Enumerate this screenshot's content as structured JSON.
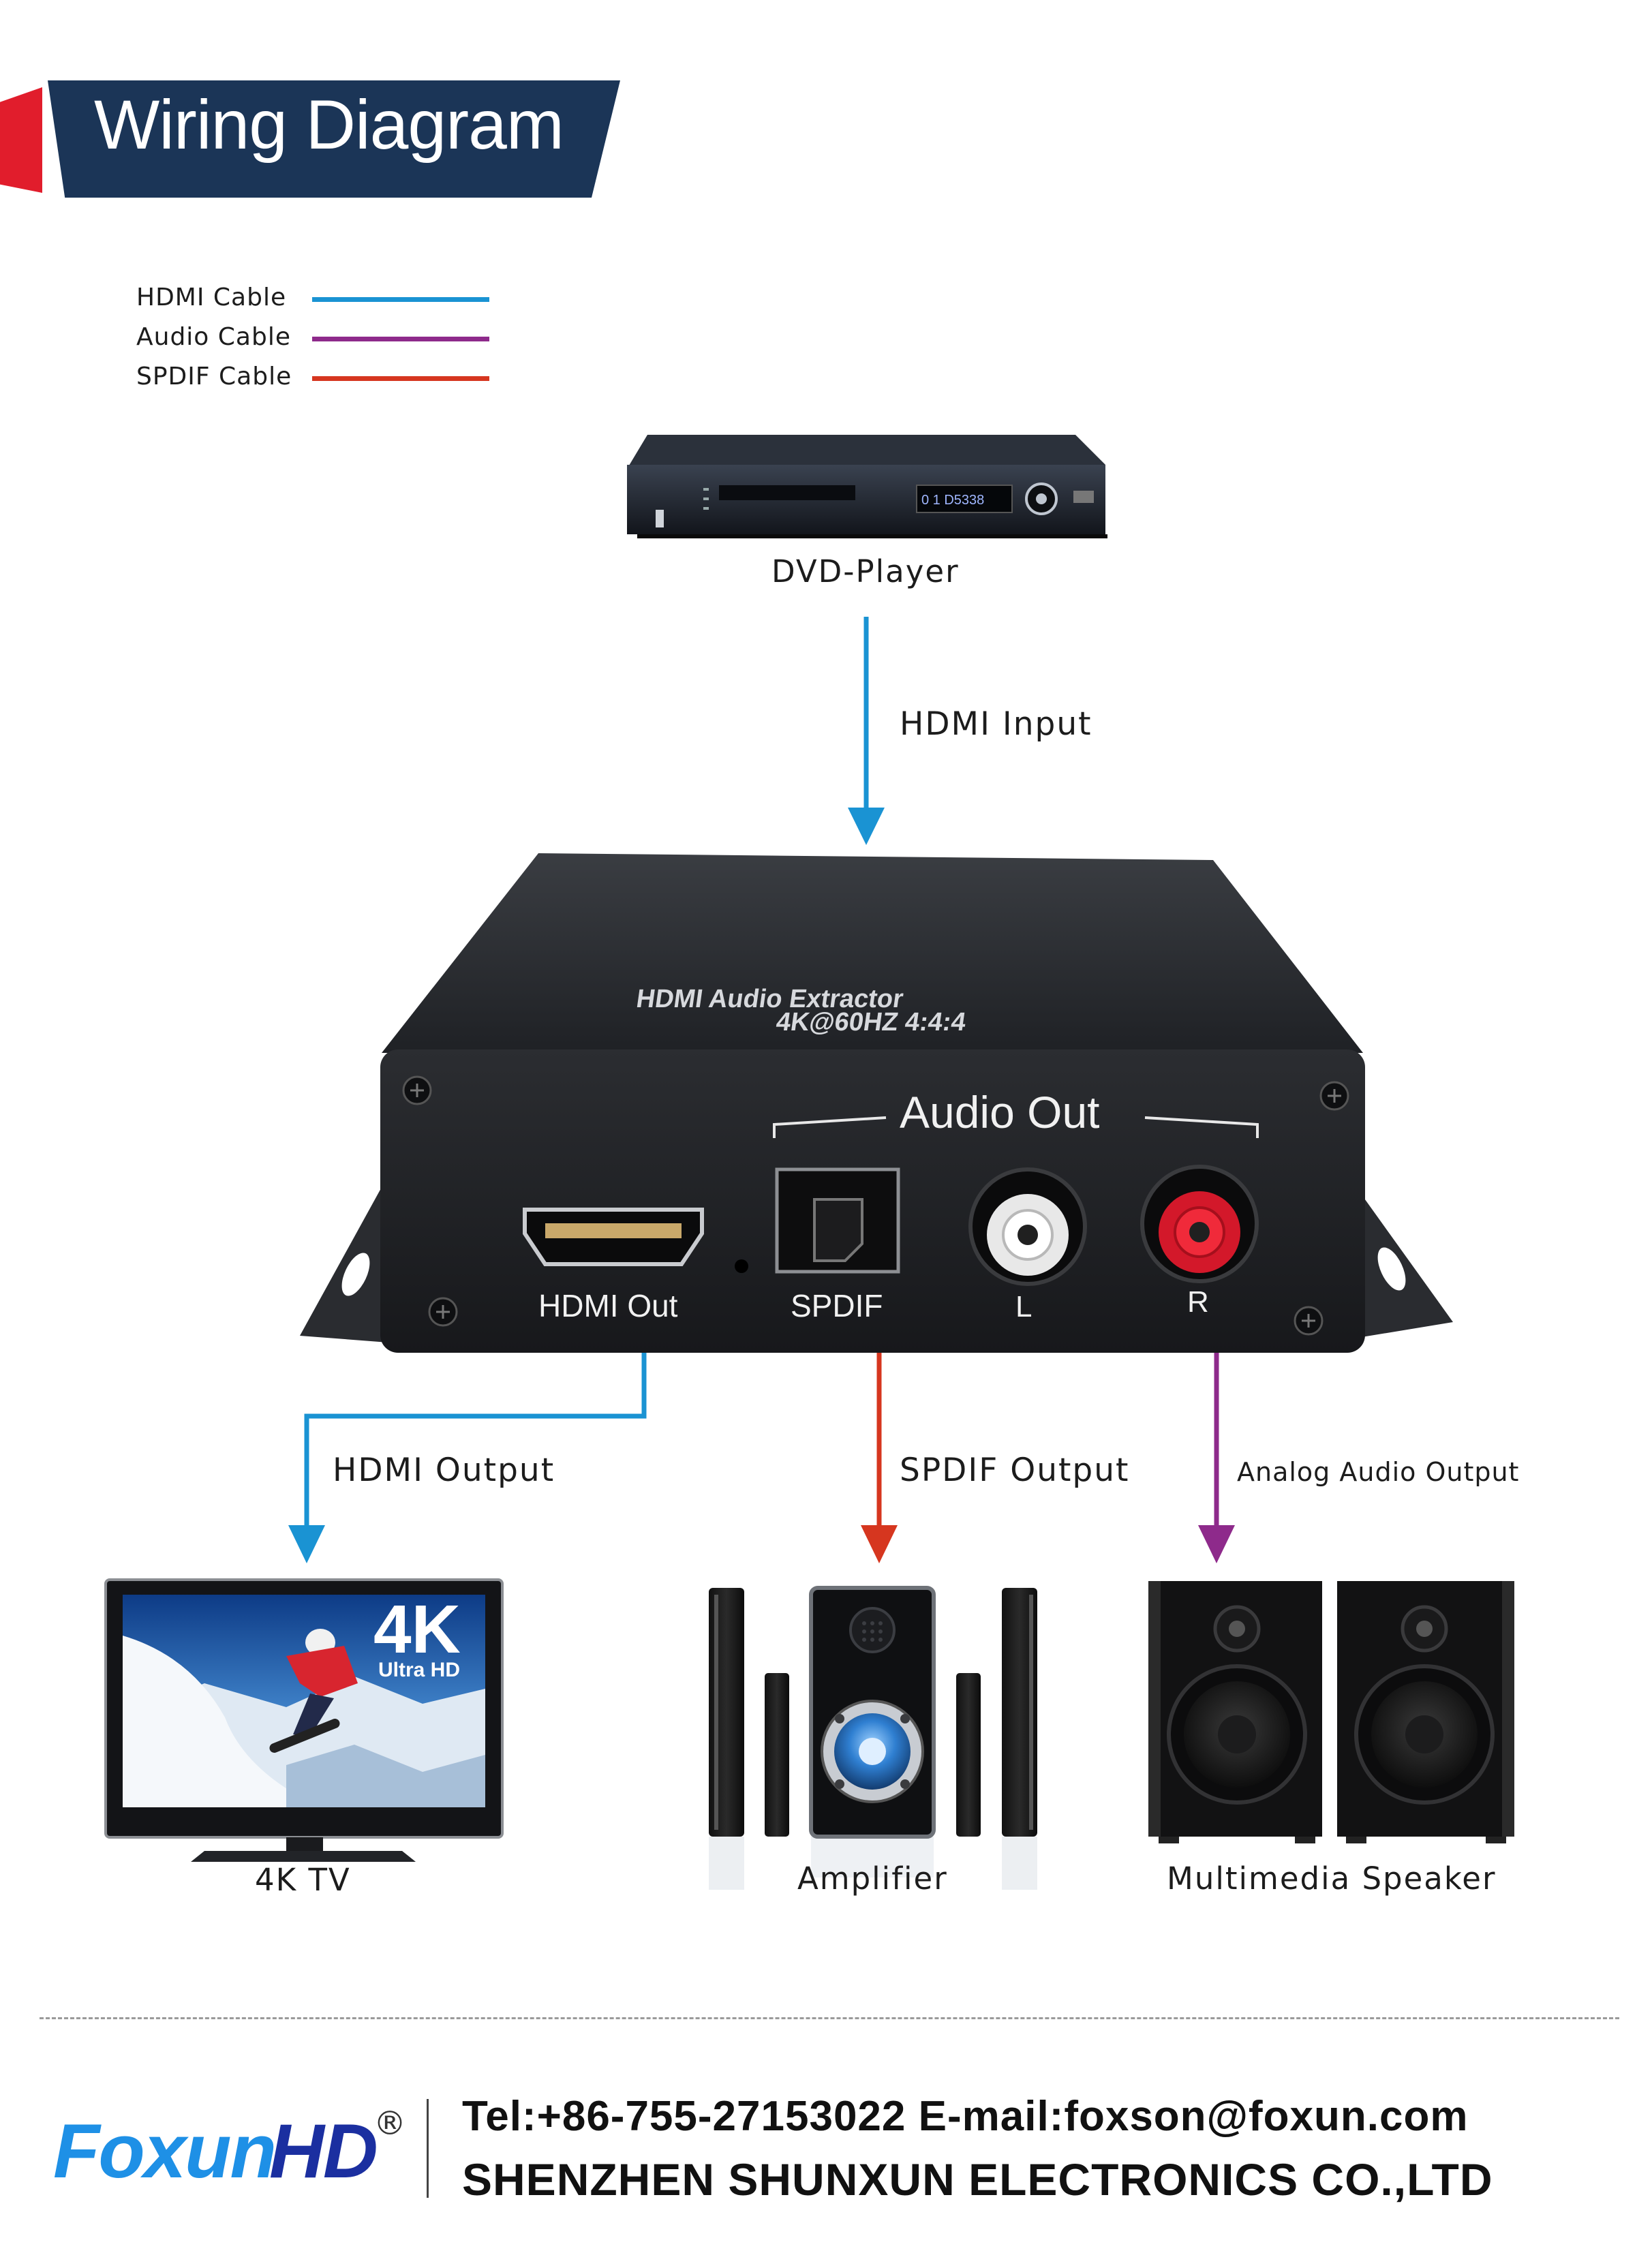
{
  "header": {
    "title": "Wiring Diagram"
  },
  "legend": [
    {
      "label": "HDMI Cable",
      "color": "#1a93d3"
    },
    {
      "label": "Audio Cable",
      "color": "#8e2a8b"
    },
    {
      "label": "SPDIF Cable",
      "color": "#d6361f"
    }
  ],
  "devices": {
    "source": "DVD-Player",
    "tv": "4K TV",
    "amplifier": "Amplifier",
    "speaker": "Multimedia Speaker"
  },
  "connections": {
    "hdmi_input": "HDMI Input",
    "hdmi_output": "HDMI Output",
    "spdif_output": "SPDIF Output",
    "analog_output": "Analog Audio Output"
  },
  "extractor": {
    "model_line1": "HDMI Audio Extractor",
    "model_line2": "4K@60HZ 4:4:4",
    "audio_out": "Audio Out",
    "port_hdmi": "HDMI Out",
    "port_spdif": "SPDIF",
    "port_left": "L",
    "port_right": "R"
  },
  "tv_screen": {
    "badge_big": "4K",
    "badge_small": "Ultra HD"
  },
  "dvd_display": "0 1 D5338",
  "footer": {
    "logo_part1": "Foxun",
    "logo_part2": "HD",
    "logo_reg": "®",
    "contact": "Tel:+86-755-27153022   E-mail:foxson@foxun.com",
    "company": "SHENZHEN SHUNXUN ELECTRONICS CO.,LTD"
  },
  "colors": {
    "hdmi": "#1a93d3",
    "audio": "#8e2a8b",
    "spdif": "#d6361f",
    "banner": "#1b3557",
    "accent": "#e11d2c"
  }
}
